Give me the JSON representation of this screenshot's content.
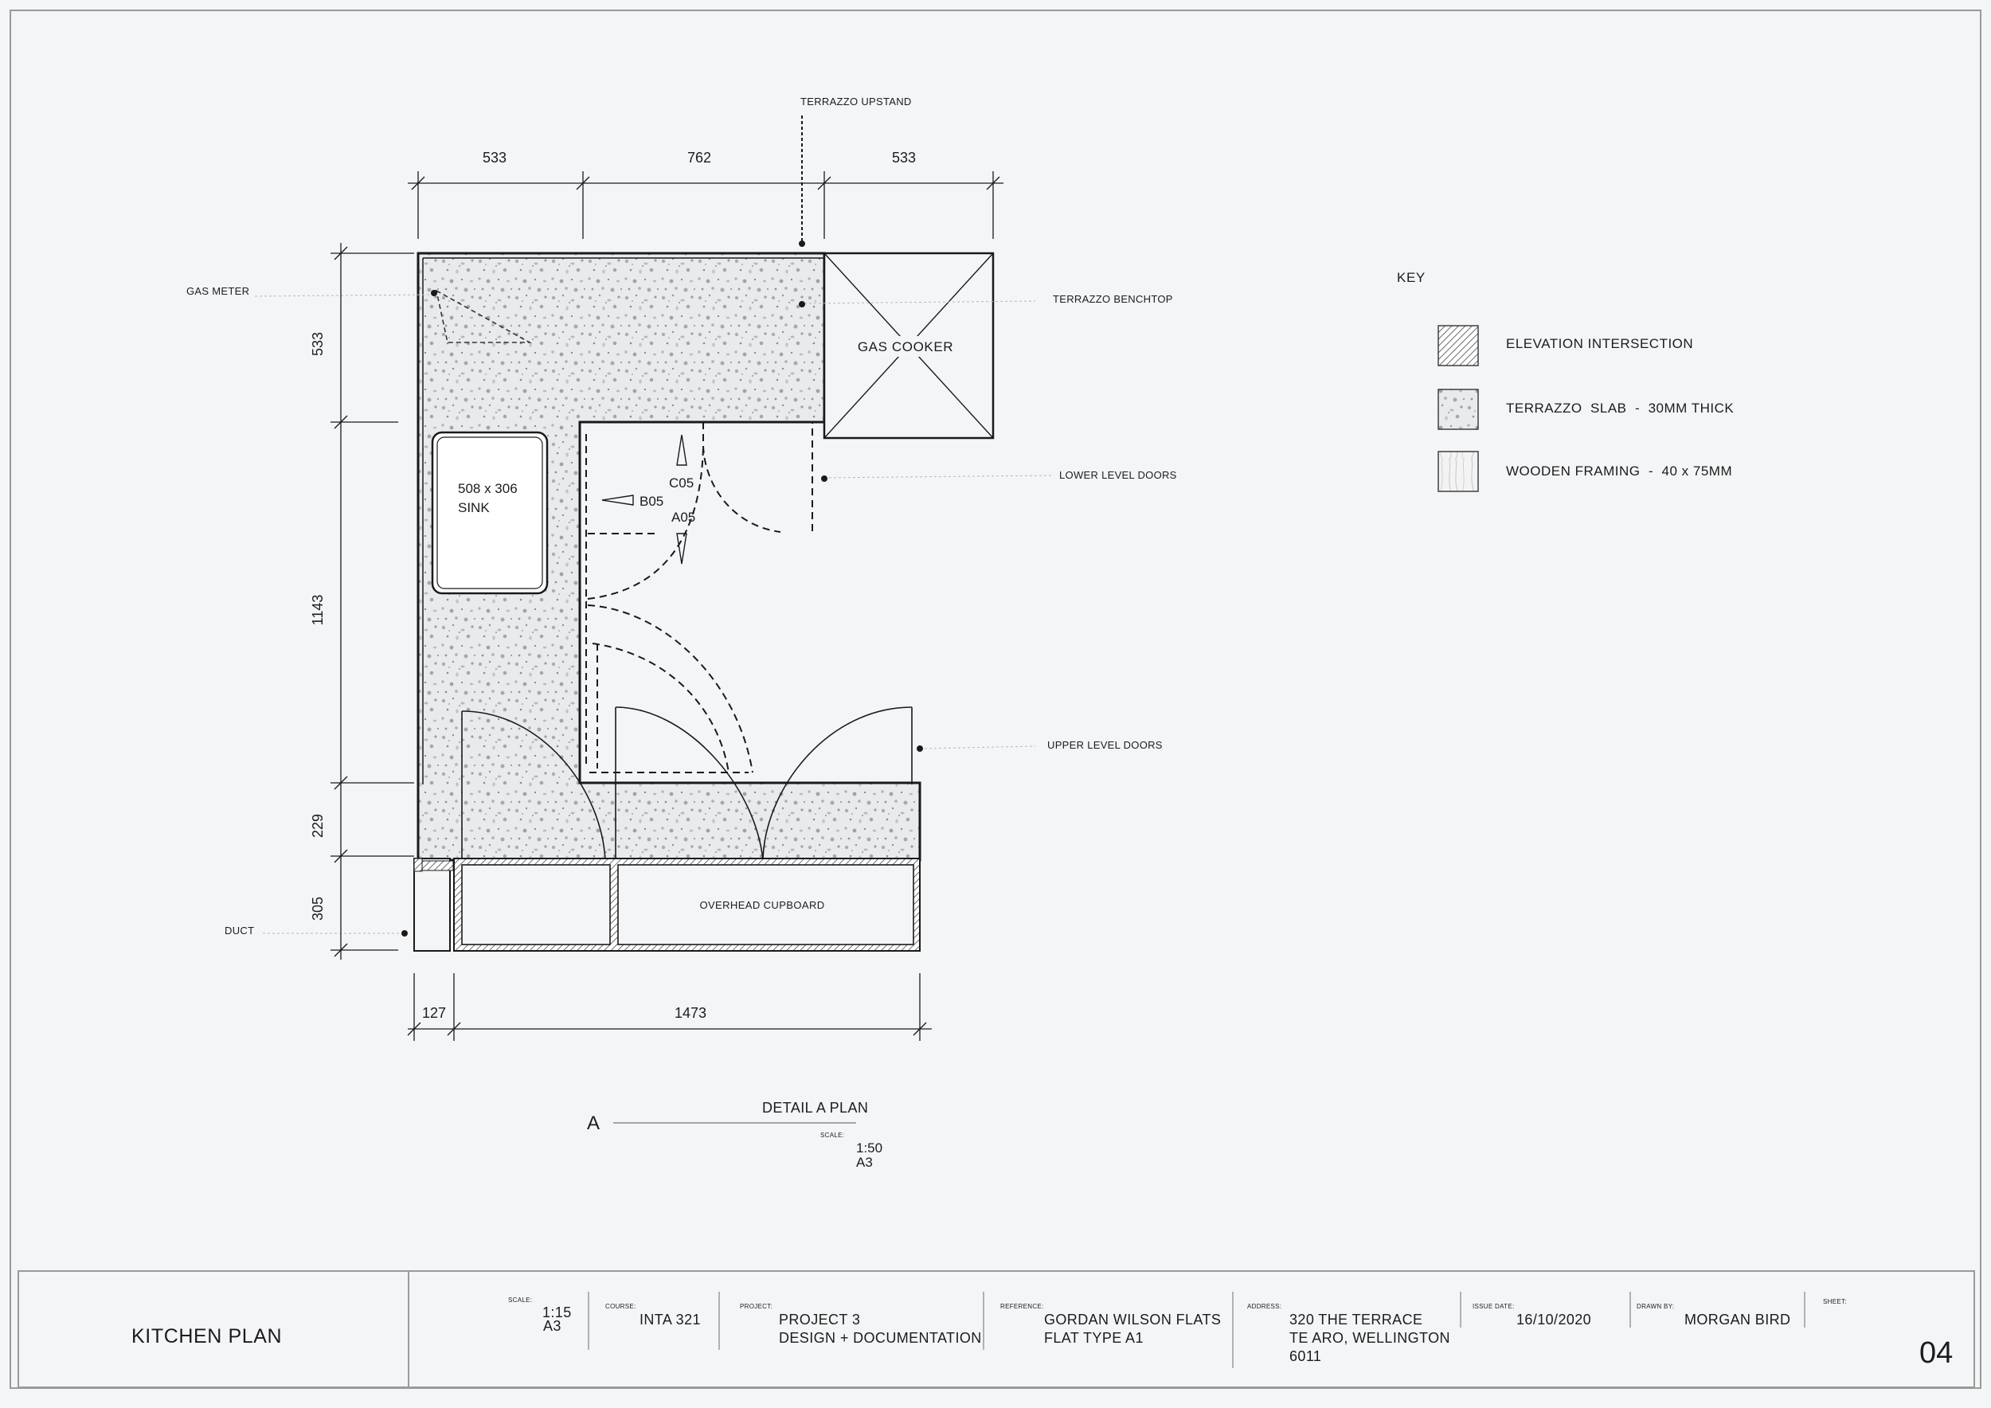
{
  "drawing": {
    "labels": {
      "terrazzo_upstand": "TERRAZZO UPSTAND",
      "gas_meter": "GAS METER",
      "terrazzo_benchtop": "TERRAZZO BENCHTOP",
      "lower_level_doors": "LOWER LEVEL DOORS",
      "upper_level_doors": "UPPER LEVEL DOORS",
      "duct": "DUCT",
      "gas_cooker": "GAS COOKER",
      "sink_size": "508 x 306",
      "sink": "SINK",
      "overhead_cupboard": "OVERHEAD CUPBOARD",
      "door_c05": "C05",
      "door_b05": "B05",
      "door_a05": "A05"
    },
    "dimensions": {
      "top": [
        "533",
        "762",
        "533"
      ],
      "left": [
        "533",
        "1143",
        "229",
        "305"
      ],
      "bottom": [
        "127",
        "1473"
      ]
    },
    "detail": {
      "marker": "A",
      "title": "DETAIL A PLAN",
      "scale_label": "SCALE:",
      "scale": "1:50",
      "paper": "A3"
    }
  },
  "key": {
    "title": "KEY",
    "items": [
      {
        "label": "ELEVATION INTERSECTION"
      },
      {
        "label": "TERRAZZO  SLAB  -  30MM THICK"
      },
      {
        "label": "WOODEN FRAMING  -  40 x 75MM"
      }
    ]
  },
  "title_block": {
    "title": "KITCHEN PLAN",
    "scale_label": "SCALE:",
    "scale": "1:15",
    "paper": "A3",
    "course_label": "COURSE:",
    "course": "INTA 321",
    "project_label": "PROJECT:",
    "project_line1": "PROJECT 3",
    "project_line2": "DESIGN + DOCUMENTATION",
    "reference_label": "REFERENCE:",
    "reference_line1": "GORDAN WILSON FLATS",
    "reference_line2": "FLAT TYPE A1",
    "address_label": "ADDRESS:",
    "address_line1": "320 THE TERRACE",
    "address_line2": "TE ARO, WELLINGTON",
    "address_line3": "6011",
    "issue_label": "ISSUE DATE:",
    "issue_date": "16/10/2020",
    "drawn_label": "DRAWN BY:",
    "drawn_by": "MORGAN BIRD",
    "sheet_label": "SHEET:",
    "sheet": "04"
  }
}
